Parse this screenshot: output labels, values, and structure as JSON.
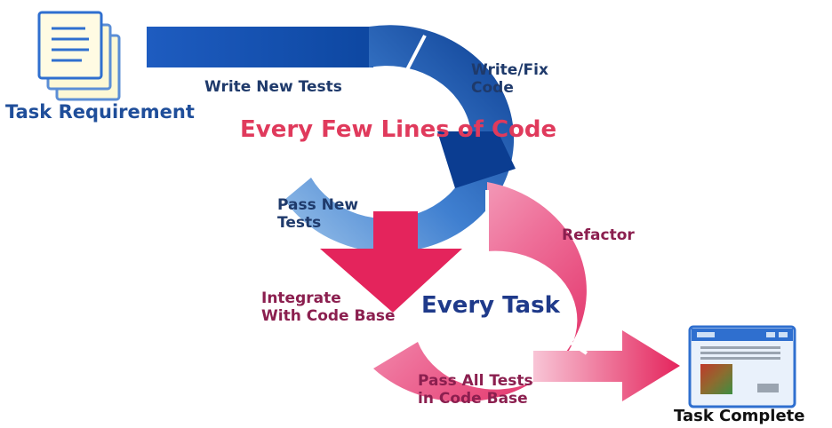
{
  "task_requirement": {
    "label": "Task Requirement"
  },
  "inner_loop": {
    "title": "Every Few Lines of Code",
    "steps": [
      {
        "label_lines": [
          "Write New Tests"
        ]
      },
      {
        "label_lines": [
          "Write/Fix",
          "Code"
        ]
      },
      {
        "label_lines": [
          "Pass New",
          "Tests"
        ]
      }
    ]
  },
  "outer_loop": {
    "title": "Every Task",
    "steps": [
      {
        "label_lines": [
          "Refactor"
        ]
      },
      {
        "label_lines": [
          "Pass All Tests",
          "in Code Base"
        ]
      },
      {
        "label_lines": [
          "Integrate",
          "With Code Base"
        ]
      }
    ]
  },
  "task_complete": {
    "label": "Task Complete"
  },
  "colors": {
    "blue_dark": "#0b3d91",
    "blue_light": "#6fa8dc",
    "pink_dark": "#e0245e",
    "pink_light": "#f6c3d6",
    "title_red": "#e03a5c",
    "title_navy": "#1f3a8a"
  },
  "icons": [
    "document-stack-icon",
    "browser-window-icon"
  ]
}
